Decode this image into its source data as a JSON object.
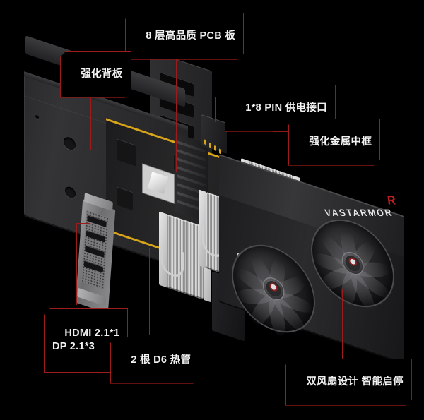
{
  "image": {
    "title": "VASTARMOR Radeon graphics card exploded view",
    "background_color": "#000000",
    "accent_color": "#9e1b1b",
    "pcb_edge_color": "#d8a41a"
  },
  "product": {
    "brand": "VASTARMOR",
    "gpu_family": "RADEON",
    "radeon_mark": "R"
  },
  "callouts": [
    {
      "id": "pcb",
      "text": "8 层高品质 PCB 板",
      "lines": [
        "8 层高品质 PCB 板"
      ]
    },
    {
      "id": "backplate",
      "text": "强化背板",
      "lines": [
        "强化背板"
      ]
    },
    {
      "id": "power",
      "text": "1*8 PIN 供电接口",
      "lines": [
        "1*8 PIN 供电接口"
      ]
    },
    {
      "id": "midframe",
      "text": "强化金属中框",
      "lines": [
        "强化金属中框"
      ]
    },
    {
      "id": "io",
      "text": "HDMI 2.1*1\nDP 2.1*3",
      "lines": [
        "HDMI 2.1*1",
        "DP 2.1*3"
      ]
    },
    {
      "id": "heatpipe",
      "text": "2 根 D6 热管",
      "lines": [
        "2 根 D6 热管"
      ]
    },
    {
      "id": "fans",
      "text": "双风扇设计 智能启停",
      "lines": [
        "双风扇设计 智能启停"
      ]
    }
  ],
  "parts": {
    "backplate_label": "reinforced-backplate",
    "pcb_label": "8-layer-pcb",
    "power_connector_label": "8-pin-power-connector",
    "midframe_label": "metal-midframe",
    "io_bracket_label": "io-bracket",
    "heatsink_label": "aluminium-fin-stack",
    "heatpipe_count": 2,
    "fan_count": 2
  }
}
